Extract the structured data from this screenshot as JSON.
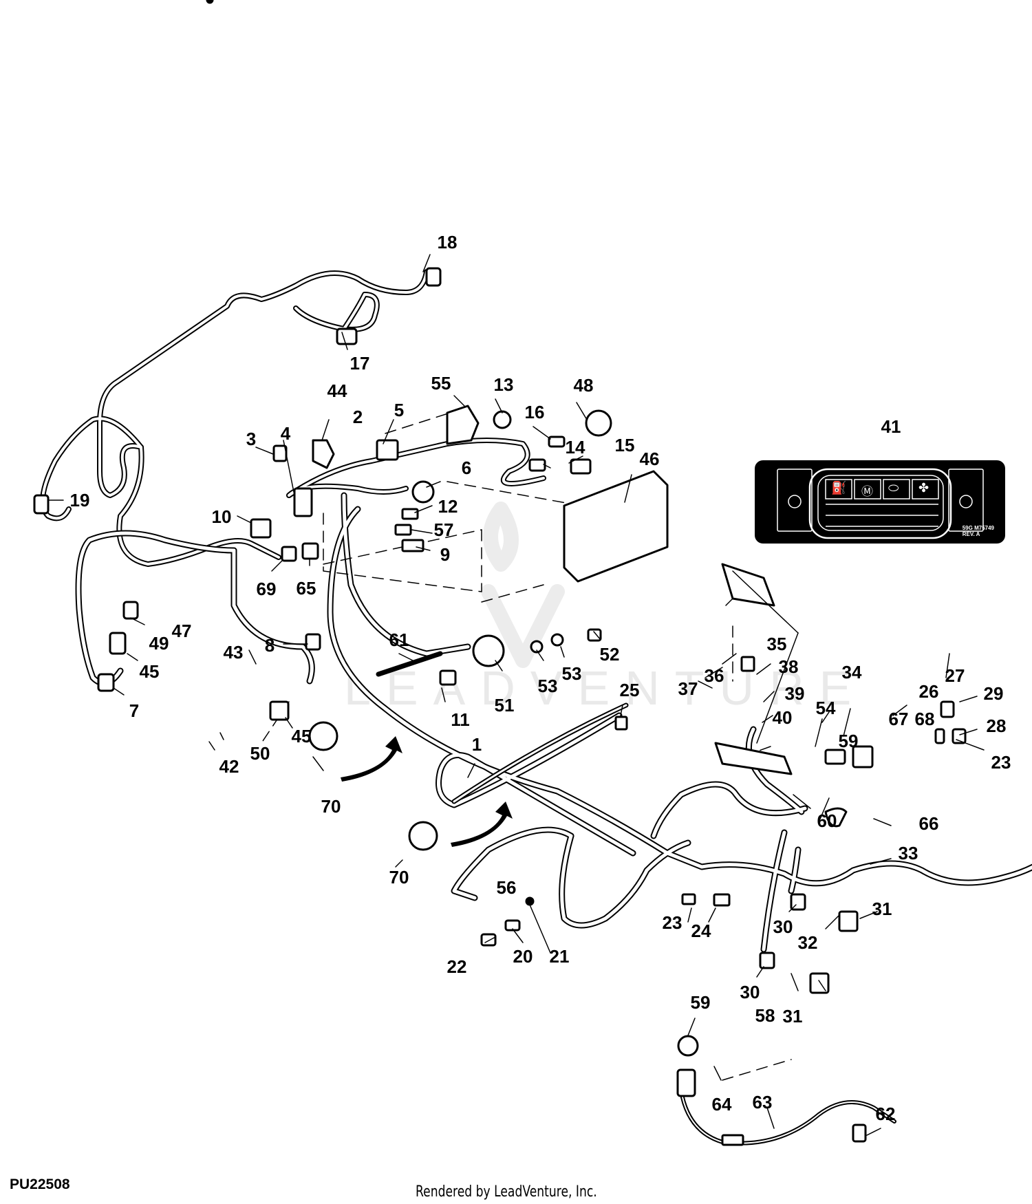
{
  "figure": {
    "id": "PU22508",
    "credit": "Rendered by LeadVenture, Inc.",
    "watermark": "LEADVENTURE"
  },
  "inset_41": {
    "label_line1": "59G M75749",
    "label_line2": "REV. A",
    "icons": [
      "fuel-icon",
      "park-brake-icon",
      "engine-icon",
      "fan-icon"
    ]
  },
  "callouts": [
    {
      "id": "c1",
      "text": "1"
    },
    {
      "id": "c2",
      "text": "2"
    },
    {
      "id": "c3",
      "text": "3"
    },
    {
      "id": "c4",
      "text": "4"
    },
    {
      "id": "c5",
      "text": "5"
    },
    {
      "id": "c6",
      "text": "6"
    },
    {
      "id": "c7",
      "text": "7"
    },
    {
      "id": "c8",
      "text": "8"
    },
    {
      "id": "c9",
      "text": "9"
    },
    {
      "id": "c10",
      "text": "10"
    },
    {
      "id": "c11",
      "text": "11"
    },
    {
      "id": "c12",
      "text": "12"
    },
    {
      "id": "c13",
      "text": "13"
    },
    {
      "id": "c14",
      "text": "14"
    },
    {
      "id": "c15",
      "text": "15"
    },
    {
      "id": "c16",
      "text": "16"
    },
    {
      "id": "c17",
      "text": "17"
    },
    {
      "id": "c18",
      "text": "18"
    },
    {
      "id": "c19",
      "text": "19"
    },
    {
      "id": "c20",
      "text": "20"
    },
    {
      "id": "c21",
      "text": "21"
    },
    {
      "id": "c22",
      "text": "22"
    },
    {
      "id": "c23a",
      "text": "23"
    },
    {
      "id": "c23b",
      "text": "23"
    },
    {
      "id": "c24",
      "text": "24"
    },
    {
      "id": "c25",
      "text": "25"
    },
    {
      "id": "c26",
      "text": "26"
    },
    {
      "id": "c27",
      "text": "27"
    },
    {
      "id": "c28",
      "text": "28"
    },
    {
      "id": "c29",
      "text": "29"
    },
    {
      "id": "c30a",
      "text": "30"
    },
    {
      "id": "c30b",
      "text": "30"
    },
    {
      "id": "c31a",
      "text": "31"
    },
    {
      "id": "c31b",
      "text": "31"
    },
    {
      "id": "c32",
      "text": "32"
    },
    {
      "id": "c33",
      "text": "33"
    },
    {
      "id": "c34",
      "text": "34"
    },
    {
      "id": "c35",
      "text": "35"
    },
    {
      "id": "c36",
      "text": "36"
    },
    {
      "id": "c37",
      "text": "37"
    },
    {
      "id": "c38",
      "text": "38"
    },
    {
      "id": "c39",
      "text": "39"
    },
    {
      "id": "c40",
      "text": "40"
    },
    {
      "id": "c41",
      "text": "41"
    },
    {
      "id": "c42",
      "text": "42"
    },
    {
      "id": "c43",
      "text": "43"
    },
    {
      "id": "c44",
      "text": "44"
    },
    {
      "id": "c45a",
      "text": "45"
    },
    {
      "id": "c45b",
      "text": "45"
    },
    {
      "id": "c46",
      "text": "46"
    },
    {
      "id": "c47",
      "text": "47"
    },
    {
      "id": "c48",
      "text": "48"
    },
    {
      "id": "c49",
      "text": "49"
    },
    {
      "id": "c50",
      "text": "50"
    },
    {
      "id": "c51",
      "text": "51"
    },
    {
      "id": "c52",
      "text": "52"
    },
    {
      "id": "c53a",
      "text": "53"
    },
    {
      "id": "c53b",
      "text": "53"
    },
    {
      "id": "c54",
      "text": "54"
    },
    {
      "id": "c55",
      "text": "55"
    },
    {
      "id": "c56",
      "text": "56"
    },
    {
      "id": "c57",
      "text": "57"
    },
    {
      "id": "c58",
      "text": "58"
    },
    {
      "id": "c59a",
      "text": "59"
    },
    {
      "id": "c59b",
      "text": "59"
    },
    {
      "id": "c60",
      "text": "60"
    },
    {
      "id": "c61",
      "text": "61"
    },
    {
      "id": "c62",
      "text": "62"
    },
    {
      "id": "c63",
      "text": "63"
    },
    {
      "id": "c64",
      "text": "64"
    },
    {
      "id": "c65",
      "text": "65"
    },
    {
      "id": "c66",
      "text": "66"
    },
    {
      "id": "c67",
      "text": "67"
    },
    {
      "id": "c68",
      "text": "68"
    },
    {
      "id": "c69",
      "text": "69"
    },
    {
      "id": "c70a",
      "text": "70"
    },
    {
      "id": "c70b",
      "text": "70"
    }
  ]
}
